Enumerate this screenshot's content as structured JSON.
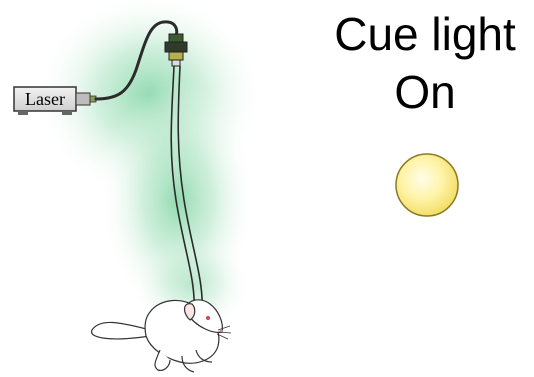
{
  "laser": {
    "label": "Laser"
  },
  "cue": {
    "line1": "Cue light",
    "line2": "On",
    "state": "on"
  },
  "colors": {
    "light_glow": "#7fd4a3",
    "cue_light_fill": "#fff3a8",
    "cue_light_rim": "#bfae3a",
    "fiber": "#2b2b2b",
    "ferrule": "#3a5c2e",
    "implant": "#4a7fc1"
  },
  "icons": {
    "laser_box": "laser-device-icon",
    "cue_light": "cue-light-icon",
    "rat": "rat-icon",
    "fiber": "optic-fiber-icon"
  }
}
